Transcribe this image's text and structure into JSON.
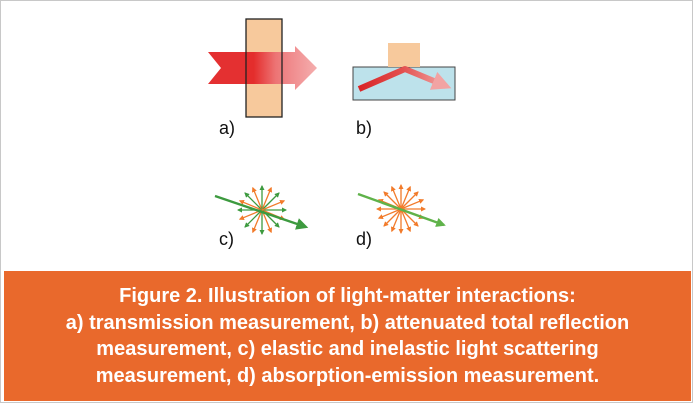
{
  "colors": {
    "caption_background": "#e9692c",
    "caption_text": "#ffffff",
    "sample_peach": "#f7c99c",
    "arrow_red": "#e32526",
    "arrow_pink": "#f2a3a3",
    "substrate_blue": "#bde2eb",
    "green": "#3d9a3f",
    "orange": "#f27b2b"
  },
  "panels": {
    "a": {
      "label": "a)"
    },
    "b": {
      "label": "b)"
    },
    "c": {
      "label": "c)"
    },
    "d": {
      "label": "d)"
    }
  },
  "caption": {
    "lines": [
      "Figure 2. Illustration of light-matter interactions:",
      "a) transmission measurement, b) attenuated total reflection",
      "measurement, c) elastic and inelastic light scattering",
      "measurement, d) absorption-emission measurement."
    ]
  }
}
